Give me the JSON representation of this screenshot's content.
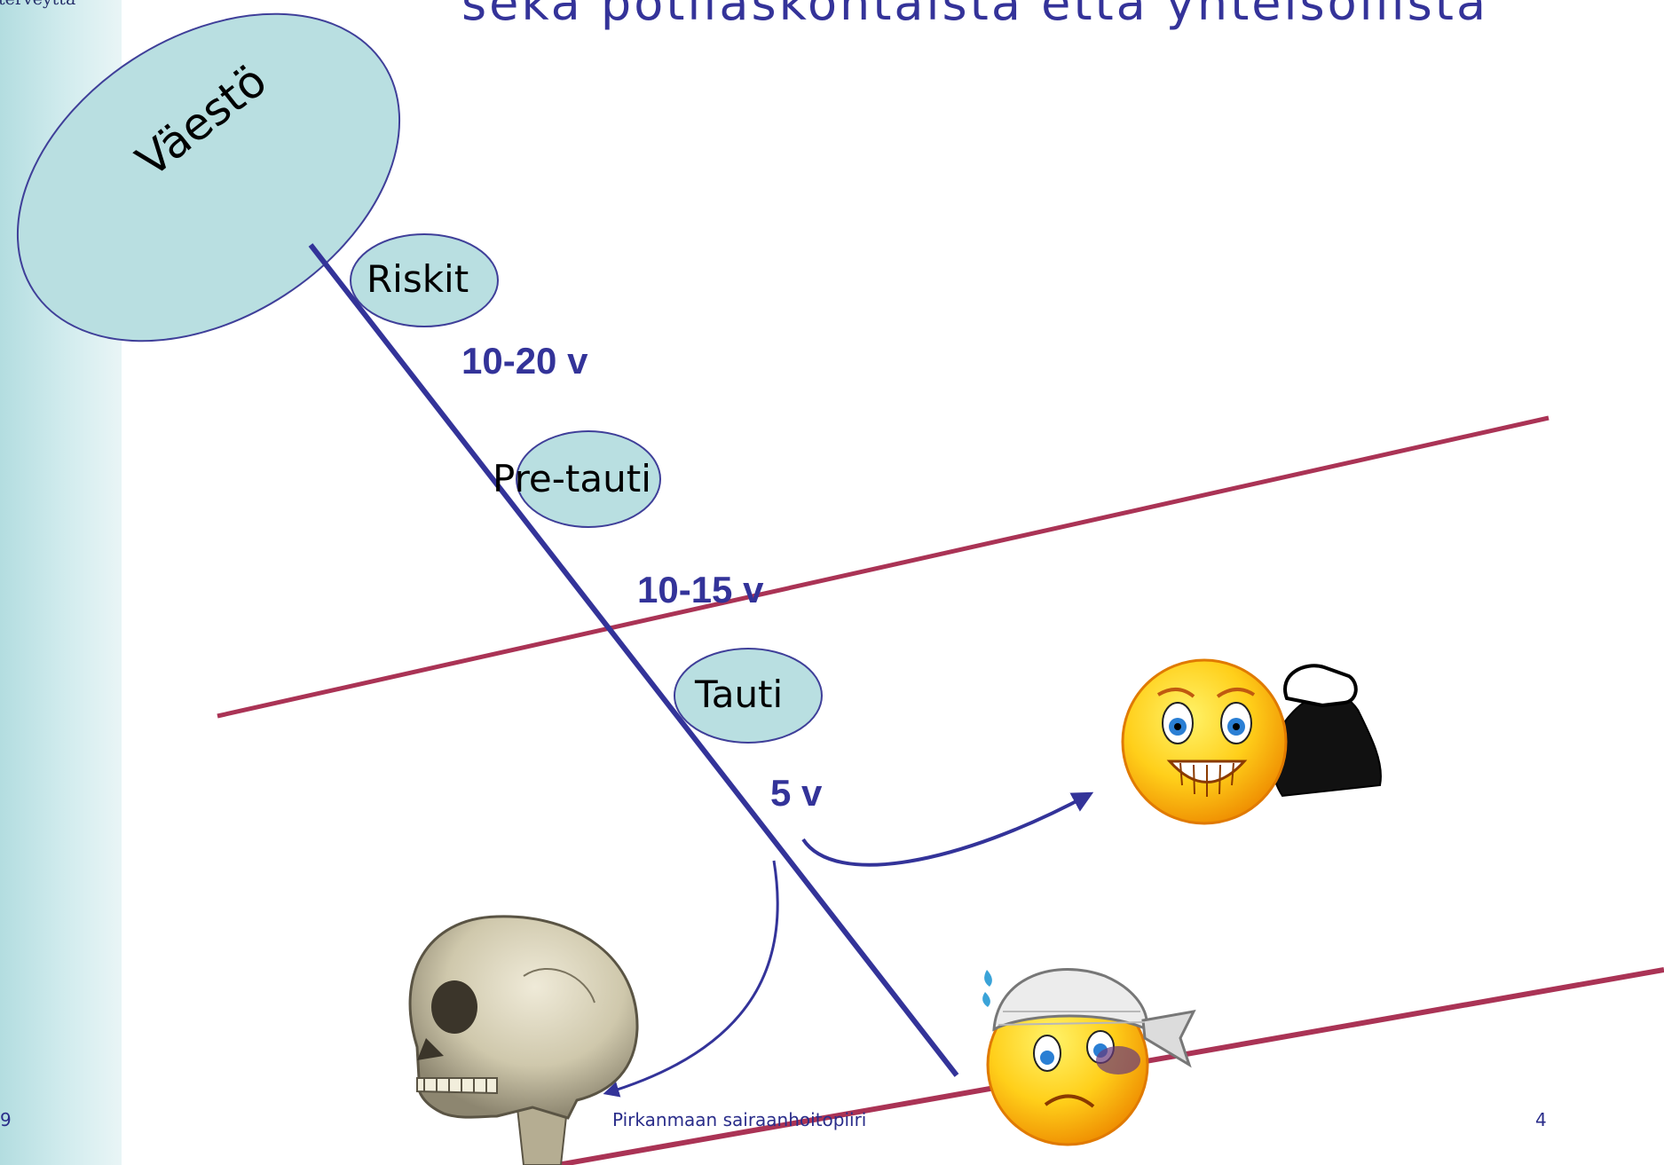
{
  "header": {
    "title": "sekä potilaskontaista että yhteisöllistä",
    "logo_text": "terveyttä"
  },
  "diagram": {
    "population_label": "Väestö",
    "stages": [
      "Riskit",
      "Pre-tauti",
      "Tauti"
    ],
    "durations": [
      "10-20 v",
      "10-15 v",
      "5 v"
    ],
    "icons": [
      "skull-icon",
      "strong-smiley-icon",
      "injured-smiley-icon"
    ]
  },
  "footer": {
    "left_number": "9",
    "organization": "Pirkanmaan sairaanhoitopiiri",
    "page_number": "4"
  },
  "colors": {
    "navy": "#333399",
    "crimson": "#aa3355",
    "ellipse_fill": "#b9dfe1",
    "ellipse_stroke": "#3f3f99"
  }
}
